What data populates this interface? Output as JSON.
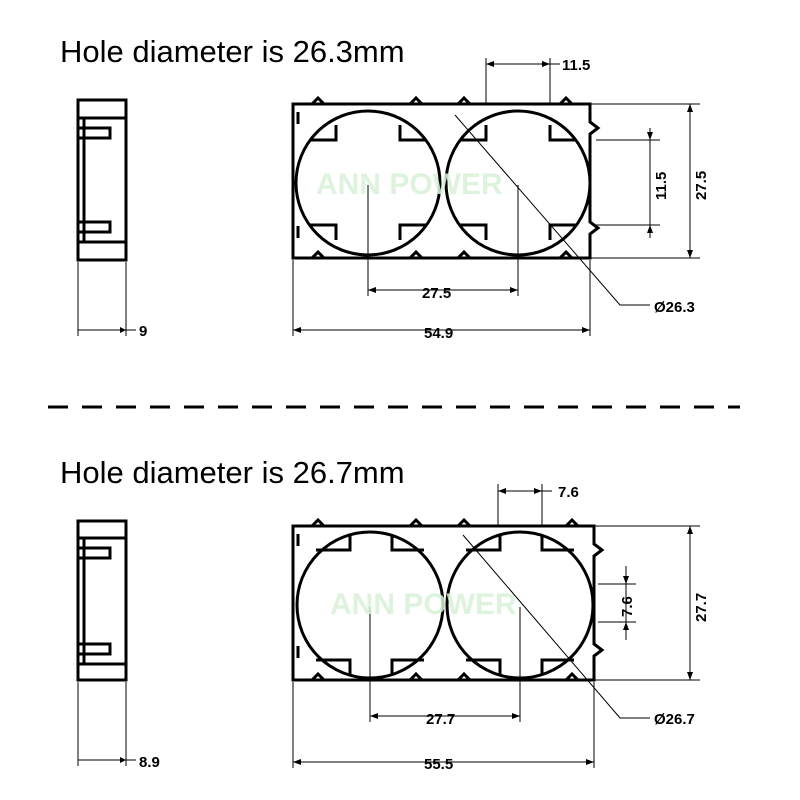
{
  "watermark": "ANN POWER",
  "sections": [
    {
      "title": "Hole diameter is 26.3mm",
      "side_width": "9",
      "overall_width": "54.9",
      "overall_height": "27.5",
      "center_spacing": "27.5",
      "tab_width_top": "11.5",
      "tab_width_side": "11.5",
      "hole_diameter": "Ø26.3"
    },
    {
      "title": "Hole diameter is 26.7mm",
      "side_width": "8.9",
      "overall_width": "55.5",
      "overall_height": "27.7",
      "center_spacing": "27.7",
      "tab_width_top": "7.6",
      "tab_width_side": "7.6",
      "hole_diameter": "Ø26.7"
    }
  ]
}
